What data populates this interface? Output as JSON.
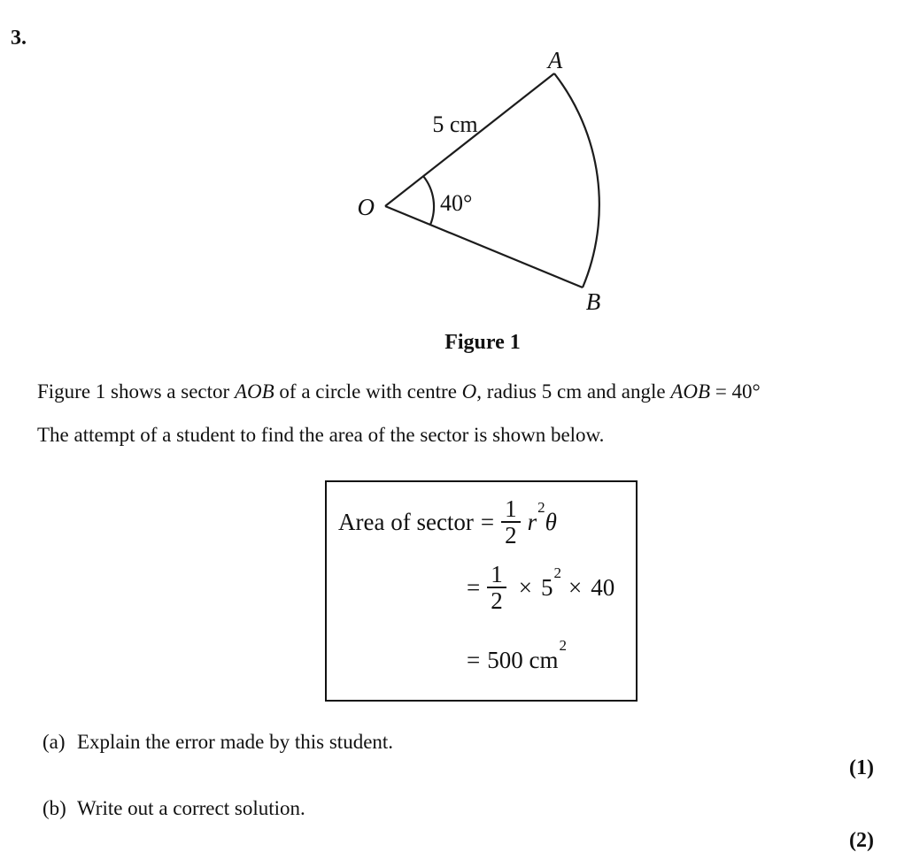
{
  "question": {
    "number": "3."
  },
  "figure": {
    "caption": "Figure 1",
    "point_a": "A",
    "point_o": "O",
    "point_b": "B",
    "radius_label": "5 cm",
    "angle_label": "40°"
  },
  "intro": {
    "l1p1": "Figure 1 shows a sector ",
    "l1p2": "AOB",
    "l1p3": " of a circle with centre ",
    "l1p4": "O",
    "l1p5": ", radius 5 cm and angle ",
    "l1p6": "AOB",
    "l1p7": " = 40°",
    "line2": "The attempt of a student to find the area of the sector is shown below."
  },
  "solution_box": {
    "line1": {
      "label": "Area of sector",
      "equals": "=",
      "num": "1",
      "den": "2",
      "var": "r",
      "exp": "2",
      "theta": "θ"
    },
    "line2": {
      "equals": "=",
      "num": "1",
      "den": "2",
      "times1": "×",
      "base": "5",
      "exp": "2",
      "times2": "×",
      "value": "40"
    },
    "line3": {
      "equals": "=",
      "value": "500",
      "unit": " cm",
      "exp": "2"
    }
  },
  "parts": {
    "a": {
      "label": "(a)",
      "text": "Explain the error made by this student.",
      "marks": "(1)"
    },
    "b": {
      "label": "(b)",
      "text": "Write out a correct solution.",
      "marks": "(2)"
    }
  }
}
